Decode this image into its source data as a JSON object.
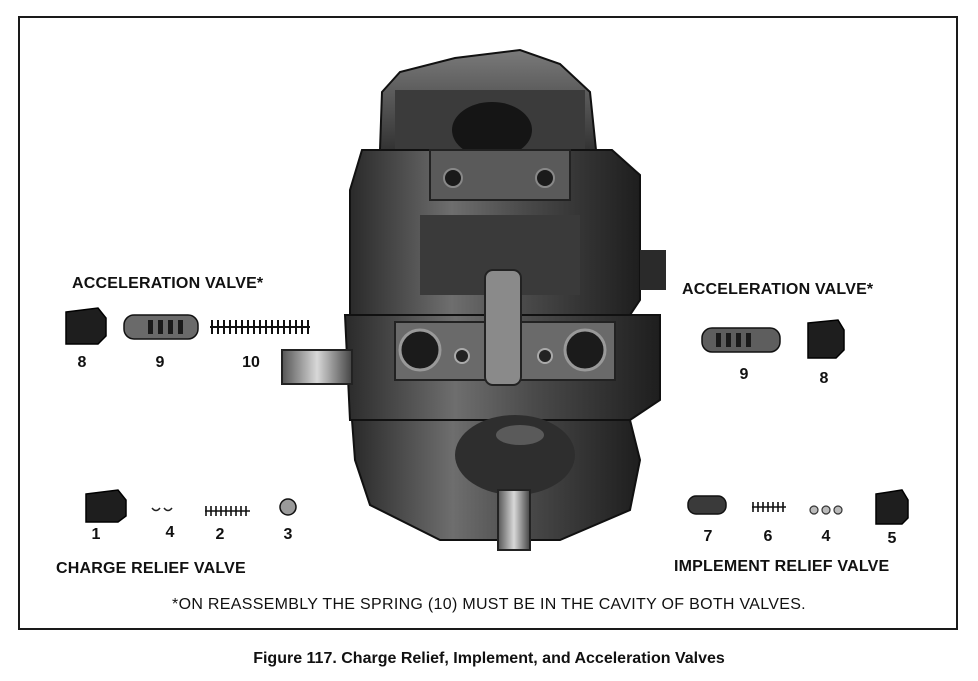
{
  "labels": {
    "accel_left": "ACCELERATION VALVE*",
    "accel_right": "ACCELERATION VALVE*",
    "charge": "CHARGE RELIEF VALVE",
    "implement": "IMPLEMENT RELIEF VALVE"
  },
  "numbers": {
    "l8": "8",
    "l9": "9",
    "l10": "10",
    "r9": "9",
    "r8": "8",
    "c1": "1",
    "c4": "4",
    "c2": "2",
    "c3": "3",
    "i7": "7",
    "i6": "6",
    "i4": "4",
    "i5": "5"
  },
  "note": "*ON REASSEMBLY THE SPRING (10) MUST BE IN THE CAVITY OF BOTH VALVES.",
  "caption": "Figure 117. Charge Relief, Implement, and Acceleration Valves"
}
